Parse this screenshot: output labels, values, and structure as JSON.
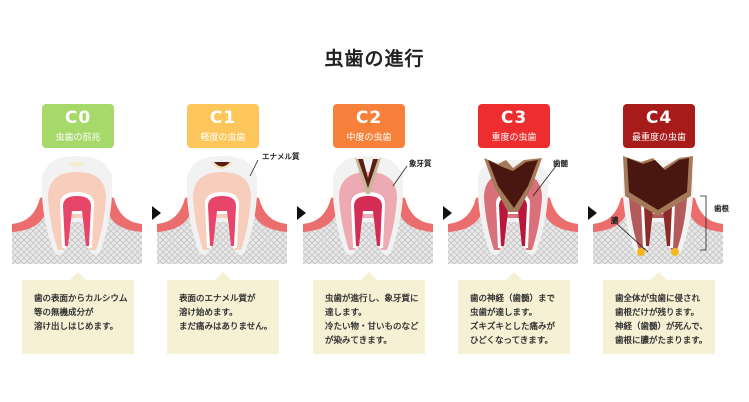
{
  "title": "虫歯の進行",
  "stages": [
    {
      "code": "C0",
      "name": "虫歯の前兆",
      "color": "#a6d96a",
      "text": [
        "歯の表面からカルシウム",
        "等の無機成分が",
        "溶け出しはじめます。"
      ]
    },
    {
      "code": "C1",
      "name": "軽度の虫歯",
      "color": "#fcc65a",
      "text": [
        "表面のエナメル質が",
        "溶け始めます。",
        "まだ痛みはありません。"
      ]
    },
    {
      "code": "C2",
      "name": "中度の虫歯",
      "color": "#f7803a",
      "text": [
        "虫歯が進行し、象牙質に",
        "達します。",
        "冷たい物・甘いものなど",
        "が染みてきます。"
      ]
    },
    {
      "code": "C3",
      "name": "重度の虫歯",
      "color": "#ee2e2e",
      "text": [
        "歯の神経（歯髄）まで",
        "虫歯が達します。",
        "ズキズキとした痛みが",
        "ひどくなってきます。"
      ]
    },
    {
      "code": "C4",
      "name": "最重度の虫歯",
      "color": "#a81b1b",
      "text": [
        "歯全体が虫歯に侵され",
        "歯根だけが残ります。",
        "神経（歯髄）が死んで、",
        "歯根に膿がたまります。"
      ]
    }
  ],
  "labels": {
    "enamel": "エナメル質",
    "dentin": "象牙質",
    "pulp": "歯髄",
    "root": "歯根",
    "pus": "膿"
  }
}
